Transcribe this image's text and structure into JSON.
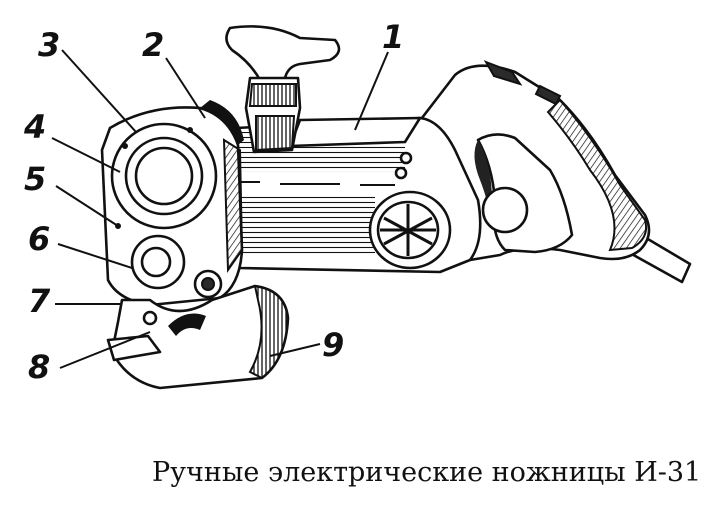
{
  "caption": "Ручные электрические ножницы И-31",
  "callouts": {
    "c1": "1",
    "c2": "2",
    "c3": "3",
    "c4": "4",
    "c5": "5",
    "c6": "6",
    "c7": "7",
    "c8": "8",
    "c9": "9"
  },
  "colors": {
    "ink": "#111111",
    "paper": "#ffffff"
  }
}
